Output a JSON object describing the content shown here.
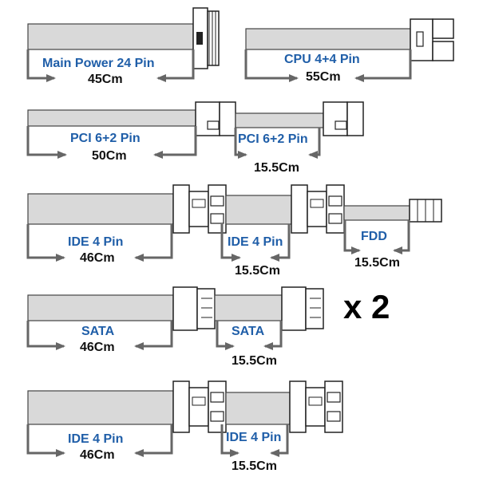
{
  "colors": {
    "accent": "#1f5ea8",
    "cable": "#d9d9d9",
    "outline": "#333333",
    "dimension": "#666666"
  },
  "cables": [
    {
      "name": "Main Power 24 Pin",
      "length": "45Cm"
    },
    {
      "name": "CPU 4+4 Pin",
      "length": "55Cm"
    },
    {
      "name": "PCI 6+2 Pin",
      "length": "50Cm"
    },
    {
      "name": "PCI 6+2 Pin",
      "length": "15.5Cm"
    },
    {
      "name": "IDE 4 Pin",
      "length": "46Cm"
    },
    {
      "name": "IDE 4 Pin",
      "length": "15.5Cm"
    },
    {
      "name": "FDD",
      "length": "15.5Cm"
    },
    {
      "name": "SATA",
      "length": "46Cm"
    },
    {
      "name": "SATA",
      "length": "15.5Cm"
    },
    {
      "name": "IDE 4 Pin",
      "length": "46Cm"
    },
    {
      "name": "IDE 4 Pin",
      "length": "15.5Cm"
    }
  ],
  "multiplier": "x 2"
}
